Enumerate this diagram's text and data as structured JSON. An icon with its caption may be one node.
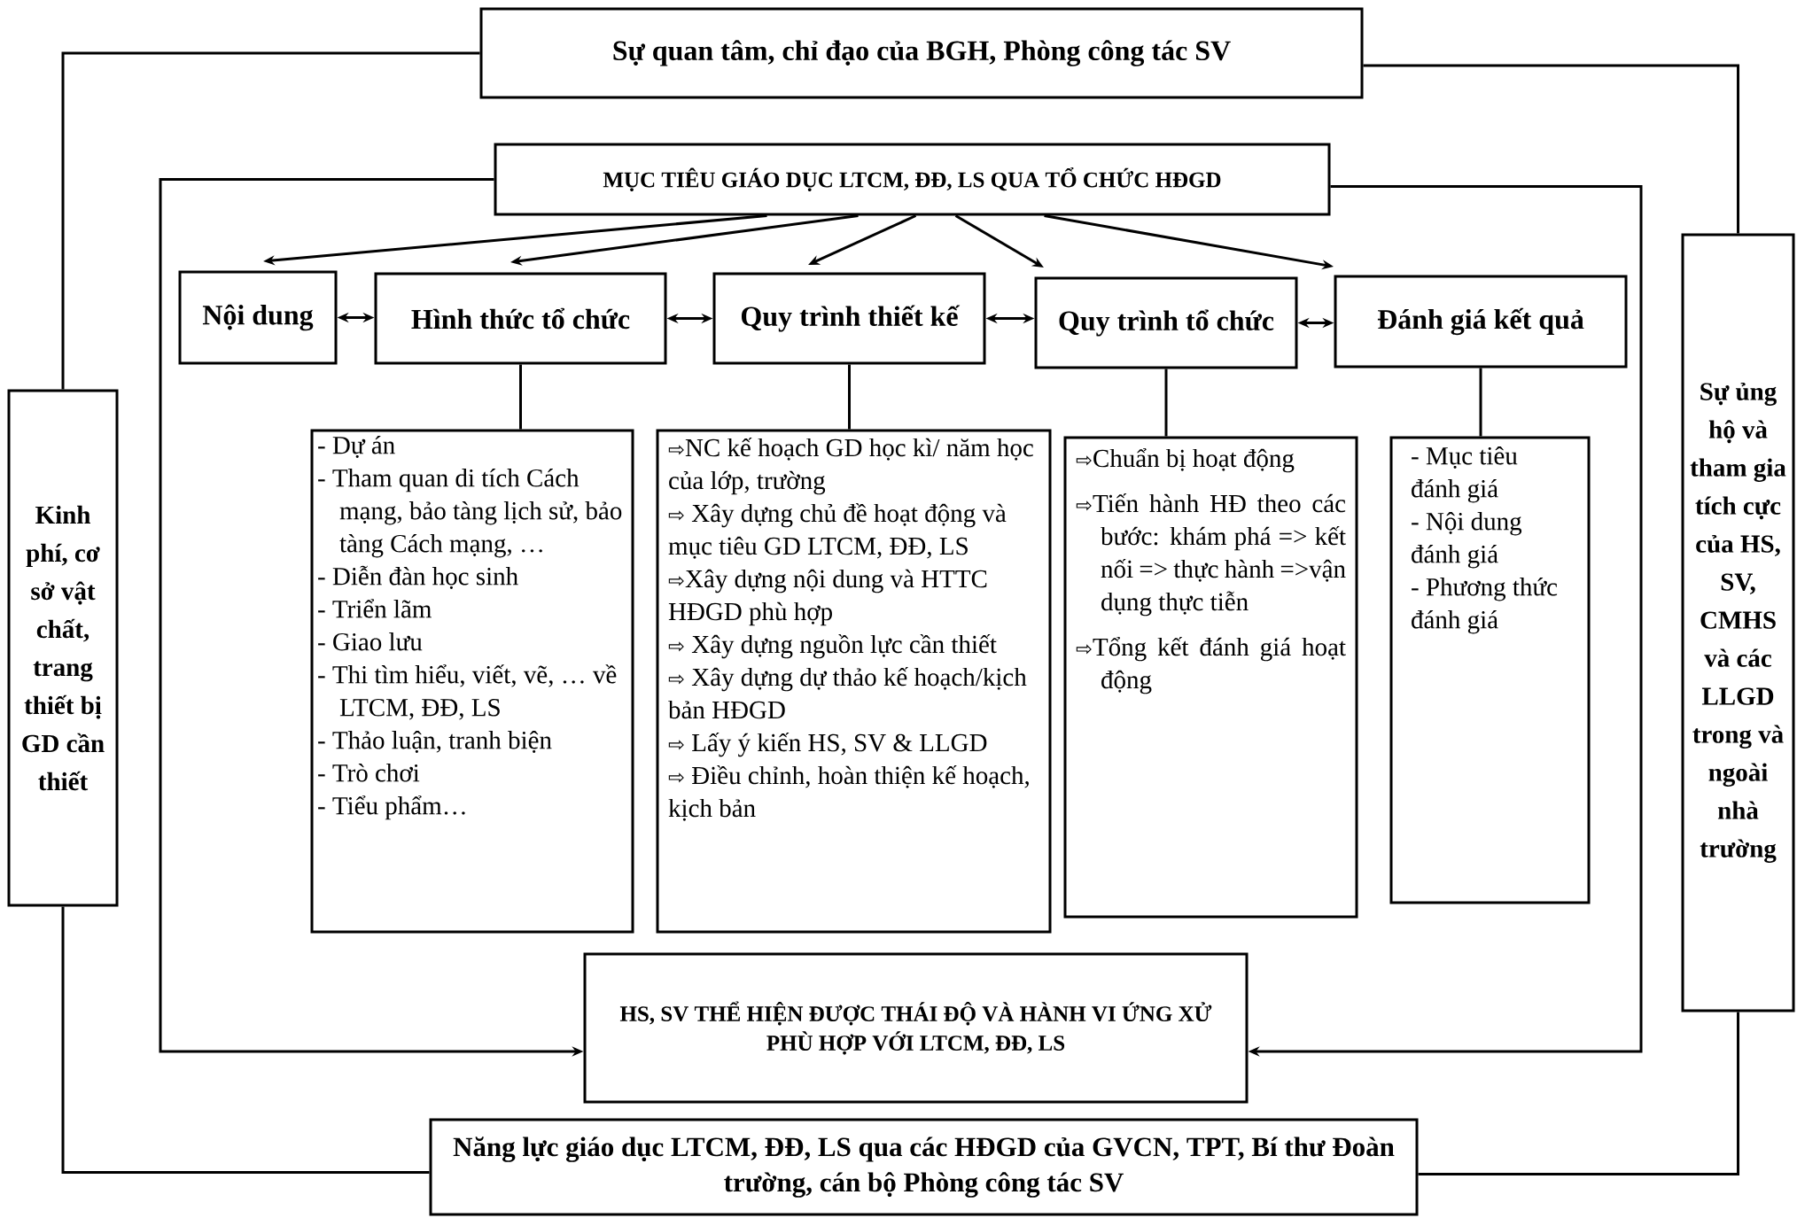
{
  "diagram": {
    "nodes": [
      {
        "text": [
          "Sự quan tâm, chỉ đạo của BGH, Phòng công tác SV"
        ]
      },
      {
        "text": [
          "MỤC TIÊU GIÁO DỤC LTCM, ĐĐ, LS QUA TỔ CHỨC HĐGD"
        ]
      },
      {
        "text": [
          "Nội dung"
        ]
      },
      {
        "text": [
          "Hình thức tổ chức"
        ]
      },
      {
        "text": [
          "Quy trình thiết kế"
        ]
      },
      {
        "text": [
          "Quy trình tổ chức"
        ]
      },
      {
        "text": [
          "Đánh giá kết quả"
        ]
      },
      {
        "text": [
          "- Dự án",
          "- Tham quan di tích Cách mạng, bảo tàng lịch sử, bảo tàng Cách mạng, …",
          "- Diễn đàn học sinh",
          "- Triển lãm",
          "- Giao lưu",
          "- Thi tìm hiểu, viết, vẽ, … về LTCM, ĐĐ, LS",
          "- Thảo luận, tranh biện",
          "- Trò chơi",
          "- Tiểu phẩm…"
        ]
      },
      {
        "text": [
          "⇨NC kế hoạch GD học kì/ năm học của lớp, trường",
          "⇨ Xây dựng chủ đề hoạt động và mục tiêu GD LTCM, ĐĐ, LS",
          "⇨Xây dựng nội dung và HTTC HĐGD phù hợp",
          "⇨ Xây dựng nguồn lực cần thiết",
          "⇨ Xây dựng dự thảo kế hoạch/kịch bản HĐGD",
          "⇨ Lấy ý kiến HS, SV & LLGD",
          "⇨ Điều chỉnh, hoàn thiện kế hoạch, kịch bản"
        ]
      },
      {
        "text": [
          "⇨Chuẩn bị hoạt động",
          "⇨Tiến hành HĐ theo các bước: khám phá => kết nối => thực hành =>vận dụng thực tiễn",
          "⇨Tổng kết đánh giá hoạt động"
        ]
      },
      {
        "text": [
          "- Mục tiêu đánh giá",
          "- Nội dung đánh giá",
          "- Phương thức đánh giá"
        ]
      },
      {
        "text": [
          "HS, SV THỂ HIỆN ĐƯỢC THÁI ĐỘ VÀ HÀNH VI ỨNG XỬ PHÙ HỢP VỚI LTCM, ĐĐ, LS"
        ]
      },
      {
        "text": [
          "Năng lực giáo dục LTCM, ĐĐ, LS qua các HĐGD của GVCN, TPT, Bí thư Đoàn trường, cán bộ Phòng công tác SV"
        ]
      },
      {
        "text": [
          "Kinh phí, cơ sở vật chất, trang thiết bị GD cần thiết"
        ]
      },
      {
        "text": [
          "Sự ủng hộ và tham gia tích cực của HS, SV, CMHS và các LLGD trong và ngoài nhà trường"
        ]
      }
    ],
    "edges": [
      {
        "from": 1,
        "to": 2,
        "arrow": "to"
      },
      {
        "from": 1,
        "to": 3,
        "arrow": "to"
      },
      {
        "from": 1,
        "to": 4,
        "arrow": "to"
      },
      {
        "from": 1,
        "to": 5,
        "arrow": "to"
      },
      {
        "from": 1,
        "to": 6,
        "arrow": "to"
      },
      {
        "from": 2,
        "to": 3,
        "arrow": "both"
      },
      {
        "from": 3,
        "to": 4,
        "arrow": "both"
      },
      {
        "from": 4,
        "to": 5,
        "arrow": "both"
      },
      {
        "from": 5,
        "to": 6,
        "arrow": "both"
      },
      {
        "from": 3,
        "to": 7,
        "arrow": "none"
      },
      {
        "from": 4,
        "to": 8,
        "arrow": "none"
      },
      {
        "from": 5,
        "to": 9,
        "arrow": "none"
      },
      {
        "from": 6,
        "to": 10,
        "arrow": "none"
      },
      {
        "from": 1,
        "to": 11,
        "arrow": "to"
      },
      {
        "from": 1,
        "to": 11,
        "arrow": "to"
      },
      {
        "from": 0,
        "to": 13,
        "arrow": "none"
      },
      {
        "from": 13,
        "to": 12,
        "arrow": "none"
      },
      {
        "from": 0,
        "to": 14,
        "arrow": "none"
      },
      {
        "from": 14,
        "to": 12,
        "arrow": "none"
      }
    ]
  }
}
